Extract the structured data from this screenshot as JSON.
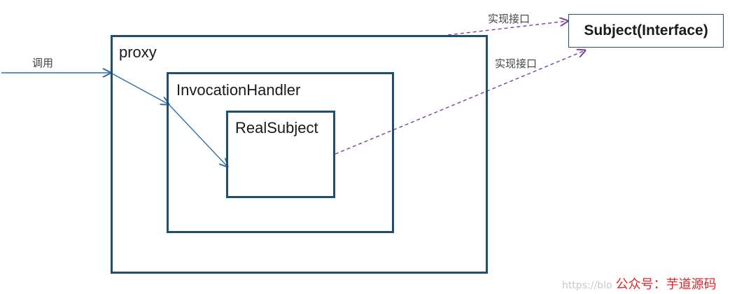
{
  "nodes": {
    "proxy": "proxy",
    "invocation_handler": "InvocationHandler",
    "real_subject": "RealSubject",
    "subject_interface": "Subject(Interface)"
  },
  "edges": {
    "call_label": "调用",
    "implements_label_1": "实现接口",
    "implements_label_2": "实现接口"
  },
  "watermark": {
    "url_fragment": "https://blo",
    "account": "公众号：芋道源码"
  },
  "colors": {
    "box_border": "#1f4e6e",
    "call_arrow": "#2e6fa8",
    "implements_arrow": "#7b3fa0",
    "watermark_account": "#e0262b"
  }
}
